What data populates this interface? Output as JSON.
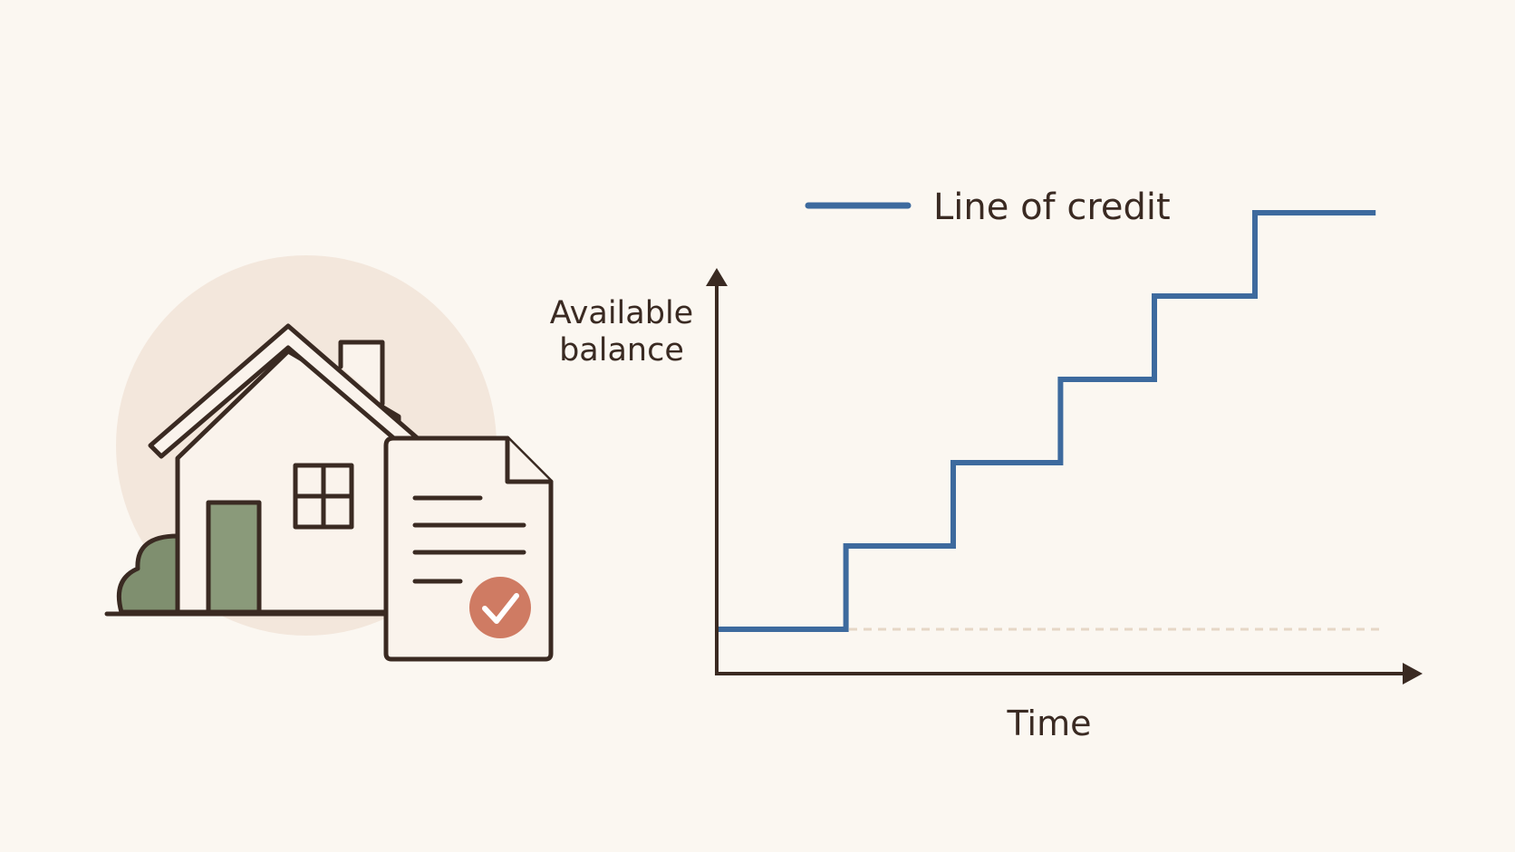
{
  "colors": {
    "background": "#fbf7f1",
    "ink": "#3a2a22",
    "series": "#3d6a9e",
    "baseline": "#e6d7c6",
    "halo": "#f3e7dc",
    "house_fill": "#faf3ec",
    "door": "#8a9a7a",
    "bush": "#7f8f6f",
    "check_badge": "#cf7b63"
  },
  "illustration": {
    "icons": [
      "house-icon",
      "document-icon",
      "checkmark-icon",
      "bush-icon"
    ]
  },
  "chart_data": {
    "type": "line",
    "step": "post",
    "legend": {
      "entries": [
        "Line of credit"
      ],
      "position": "top"
    },
    "xlabel": "Time",
    "ylabel": [
      "Available",
      "balance"
    ],
    "xlim": [
      0,
      10
    ],
    "ylim": [
      0,
      10
    ],
    "grid": false,
    "baseline_y": 1,
    "series": [
      {
        "name": "Line of credit",
        "x": [
          0,
          1.9,
          3.5,
          5.1,
          6.5,
          8.0,
          9.8
        ],
        "y": [
          1,
          3.0,
          5.0,
          7.0,
          9.0,
          11.0,
          11.0
        ]
      }
    ]
  }
}
